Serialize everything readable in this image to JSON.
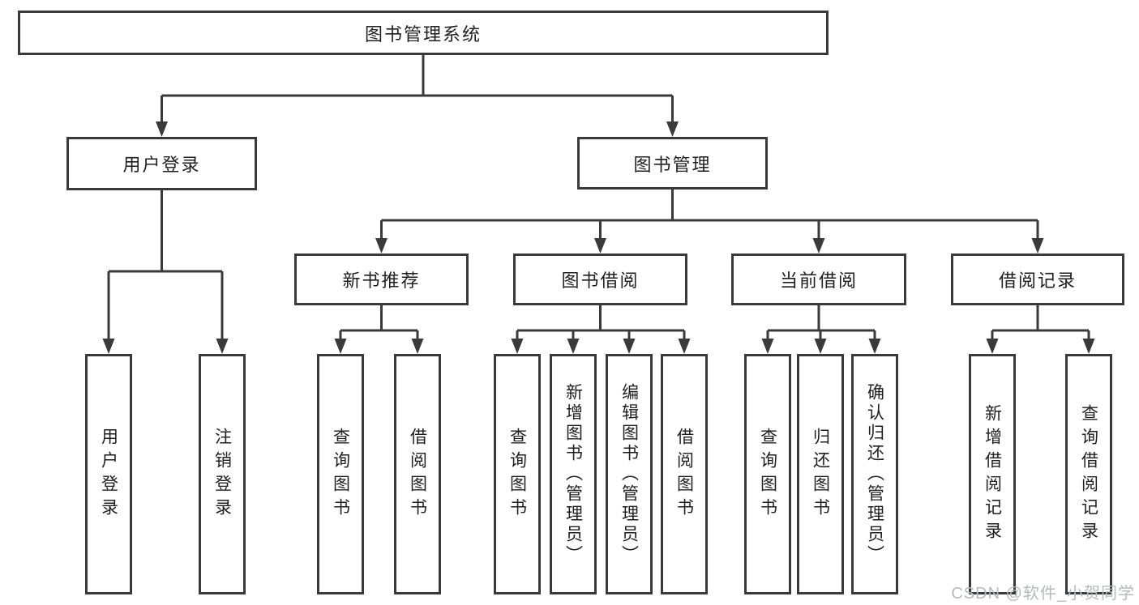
{
  "diagram": {
    "root": {
      "label": "图书管理系统"
    },
    "level2": {
      "user_login_group": "用户登录",
      "book_management": "图书管理"
    },
    "level3": {
      "new_book_recommend": "新书推荐",
      "book_borrow": "图书借阅",
      "current_borrow": "当前借阅",
      "borrow_record": "借阅记录"
    },
    "leaves": {
      "user_login": "用户登录",
      "logout_login": "注销登录",
      "recommend_query_book": "查询图书",
      "recommend_borrow_book": "借阅图书",
      "borrow_query_book": "查询图书",
      "borrow_add_book_admin": "新增图书（管理员）",
      "borrow_edit_book_admin": "编辑图书（管理员）",
      "borrow_borrow_book": "借阅图书",
      "current_query_book": "查询图书",
      "current_return_book": "归还图书",
      "current_confirm_return_admin": "确认归还（管理员）",
      "record_add_record": "新增借阅记录",
      "record_query_record": "查询借阅记录"
    }
  },
  "watermark": {
    "text": "CSDN @软件_小贺同学"
  },
  "colors": {
    "line": "#3a3a3a",
    "text": "#1f1f1f",
    "watermark": "#b6babd",
    "background": "#ffffff"
  }
}
